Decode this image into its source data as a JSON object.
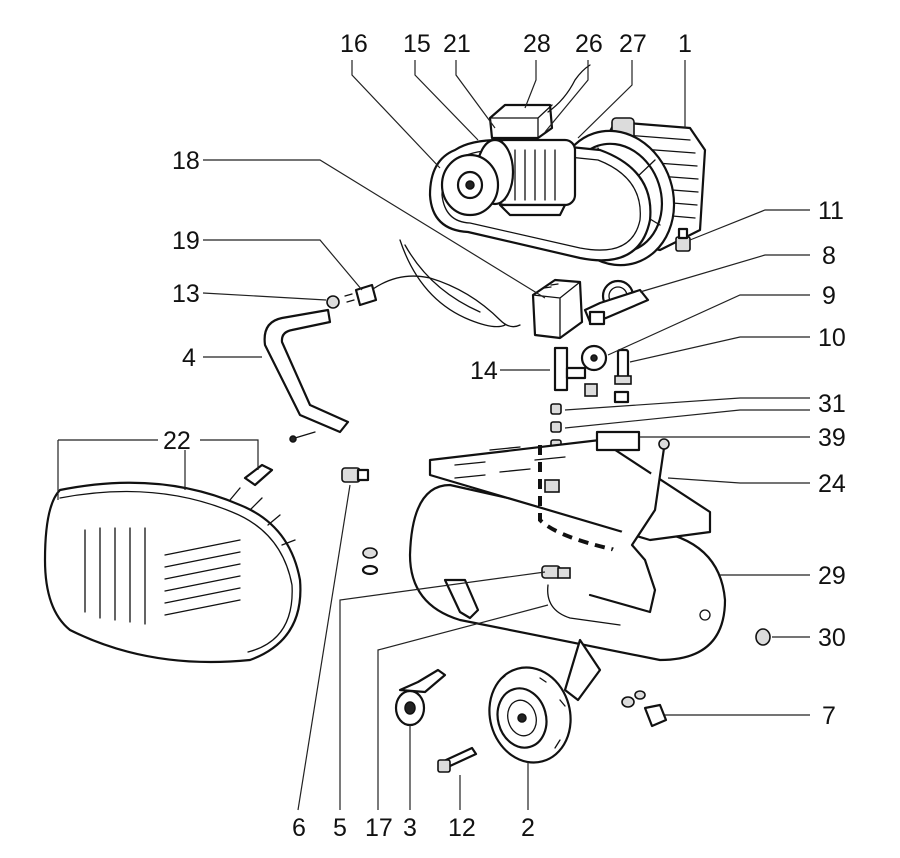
{
  "diagram": {
    "title": "Air compressor exploded parts view",
    "colors": {
      "line": "#111111",
      "background": "#ffffff",
      "shade": "#dcdcdc"
    },
    "callouts": {
      "c16": "16",
      "c15": "15",
      "c21": "21",
      "c28": "28",
      "c26": "26",
      "c27": "27",
      "c1": "1",
      "c18": "18",
      "c11": "11",
      "c19": "19",
      "c8": "8",
      "c13": "13",
      "c9": "9",
      "c4": "4",
      "c10": "10",
      "c14": "14",
      "c31": "31",
      "c22": "22",
      "c39": "39",
      "c24": "24",
      "c29": "29",
      "c30": "30",
      "c7": "7",
      "c6": "6",
      "c5": "5",
      "c17": "17",
      "c3": "3",
      "c12": "12",
      "c2": "2"
    }
  }
}
